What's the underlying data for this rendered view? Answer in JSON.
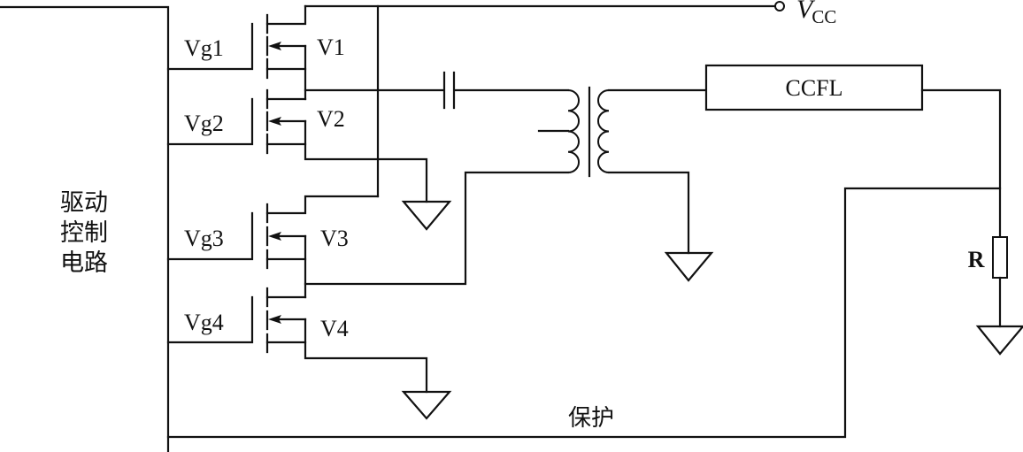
{
  "diagram": {
    "type": "circuit-schematic",
    "title": "CCFL full-bridge inverter drive circuit",
    "controller": {
      "label_lines": [
        "驱动",
        "控制",
        "电路"
      ]
    },
    "supply": {
      "label_main": "V",
      "label_sub": "CC"
    },
    "gate_labels": [
      "Vg1",
      "Vg2",
      "Vg3",
      "Vg4"
    ],
    "transistors": [
      "V1",
      "V2",
      "V3",
      "V4"
    ],
    "lamp": {
      "label": "CCFL"
    },
    "resistor": {
      "label": "R"
    },
    "feedback": {
      "label": "保护"
    },
    "components": [
      "capacitor",
      "transformer",
      "ground",
      "ground",
      "ground",
      "ground"
    ],
    "colors": {
      "line": "#111111",
      "background": "#ffffff"
    }
  }
}
